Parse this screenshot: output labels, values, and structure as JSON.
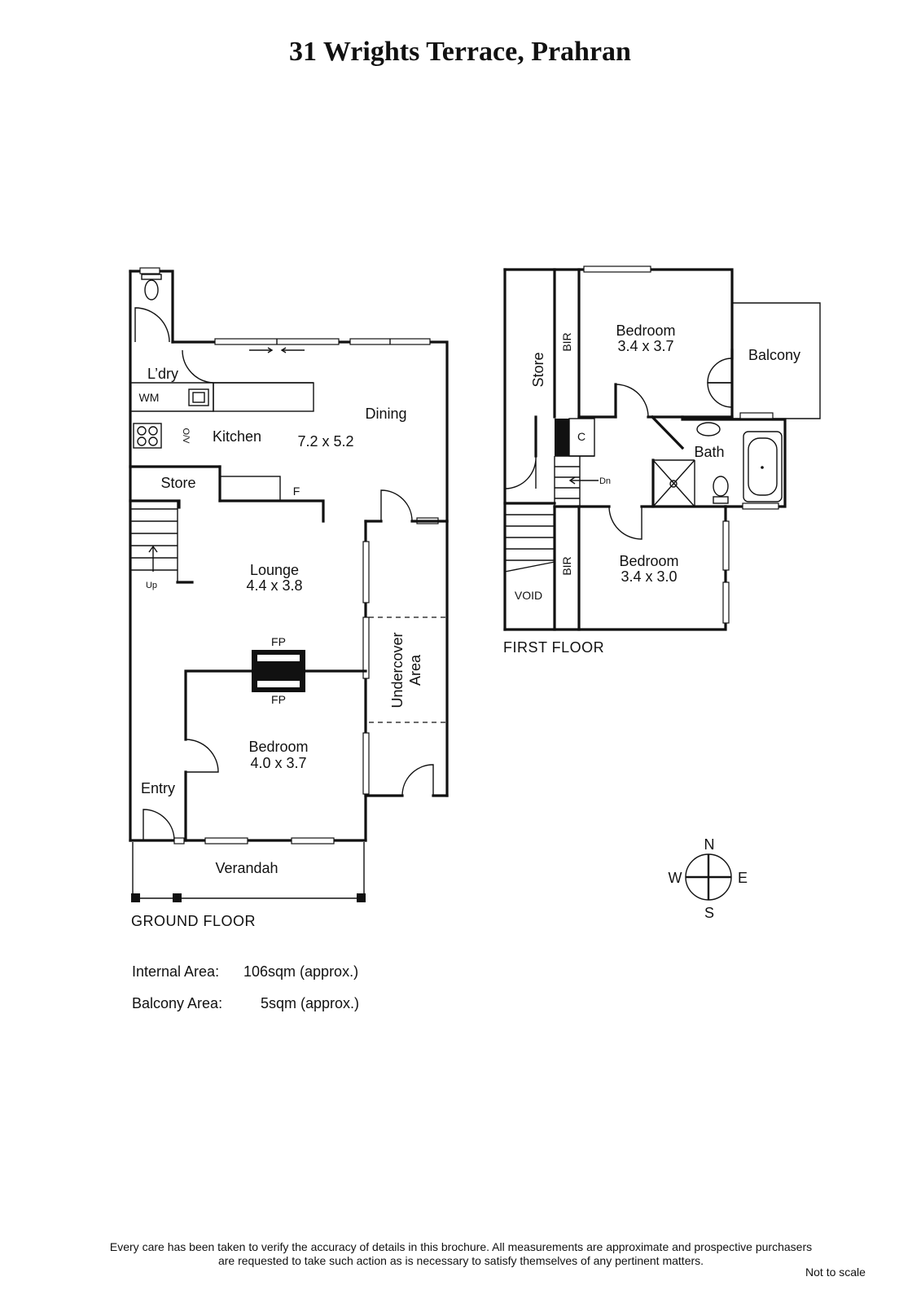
{
  "title": "31 Wrights Terrace, Prahran",
  "ground_floor": {
    "label": "GROUND FLOOR",
    "rooms": {
      "laundry": "L’dry",
      "wm": "WM",
      "kitchen": "Kitchen",
      "dining": "Dining",
      "dining_dim": "7.2 x 5.2",
      "store": "Store",
      "fridge": "F",
      "lounge": "Lounge",
      "lounge_dim": "4.4 x 3.8",
      "up": "Up",
      "fp_top": "FP",
      "fp_bottom": "FP",
      "undercover_1": "Undercover",
      "undercover_2": "Area",
      "bedroom": "Bedroom",
      "bedroom_dim": "4.0 x 3.7",
      "entry": "Entry",
      "verandah": "Verandah"
    }
  },
  "first_floor": {
    "label": "FIRST FLOOR",
    "rooms": {
      "store": "Store",
      "bir_top": "BIR",
      "bedroom1": "Bedroom",
      "bedroom1_dim": "3.4 x 3.7",
      "balcony": "Balcony",
      "cupboard": "C",
      "down": "Dn",
      "bath": "Bath",
      "bir_bottom": "BIR",
      "bedroom2": "Bedroom",
      "bedroom2_dim": "3.4 x 3.0",
      "void": "VOID"
    }
  },
  "compass": {
    "n": "N",
    "s": "S",
    "e": "E",
    "w": "W"
  },
  "areas": {
    "internal_label": "Internal Area:",
    "internal_value": "106sqm (approx.)",
    "balcony_label": "Balcony Area:",
    "balcony_value": "5sqm (approx.)"
  },
  "disclaimer": {
    "line1": "Every care has been taken to verify the accuracy of details in this brochure.  All measurements are approximate and prospective purchasers",
    "line2": "are requested to take such action as is necessary to satisfy themselves of any pertinent matters."
  },
  "scale_note": "Not to scale"
}
